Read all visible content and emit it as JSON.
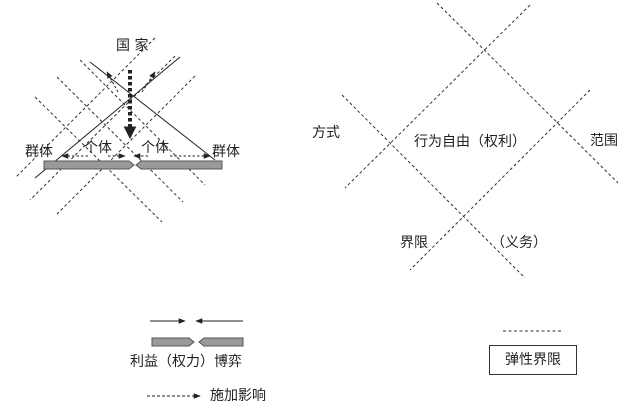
{
  "left_diagram": {
    "state": "国  家",
    "group_left": "群体",
    "group_right": "群体",
    "individual_left": "个体",
    "individual_right": "个体"
  },
  "right_diagram": {
    "method": "方式",
    "scope": "范围",
    "freedom": "行为自由（权利）",
    "boundary": "界限",
    "duty": "（义务）"
  },
  "legend": {
    "game": "利益（权力）博弈",
    "influence": "施加影响",
    "elastic_boundary": "弹性界限"
  },
  "colors": {
    "ink": "#222222",
    "bar_fill": "#9a9a9a",
    "bar_stroke": "#555555"
  }
}
